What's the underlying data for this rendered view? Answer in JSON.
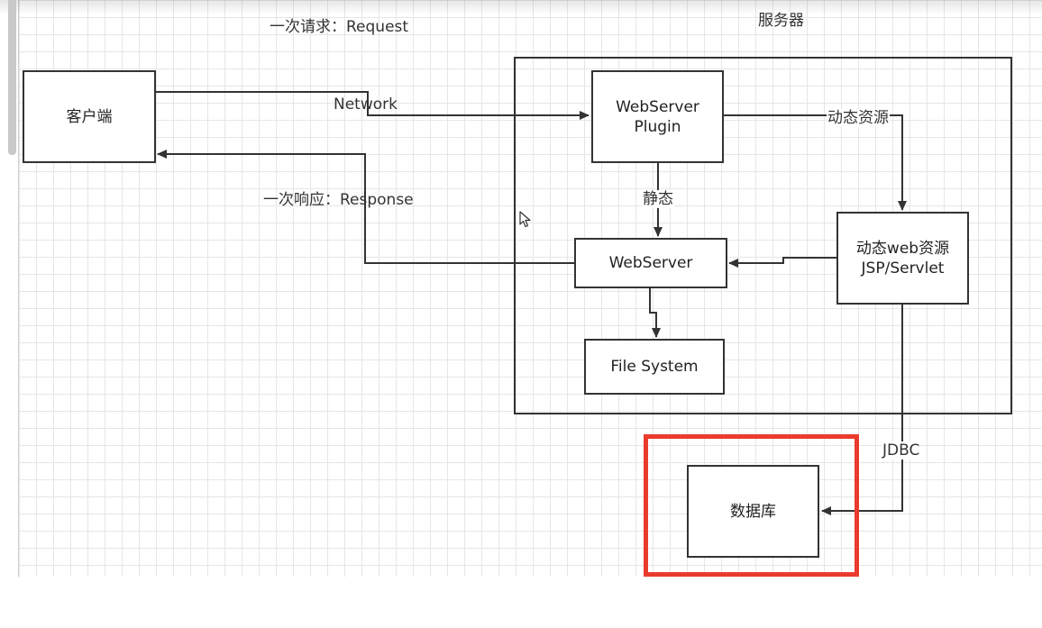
{
  "labels": {
    "request": "一次请求：Request",
    "response": "一次响应：Response",
    "server_title": "服务器",
    "network": "Network",
    "dynamic_resource": "动态资源",
    "static": "静态",
    "jdbc": "JDBC"
  },
  "nodes": {
    "client": "客户端",
    "plugin": "WebServer\nPlugin",
    "webserver": "WebServer",
    "filesystem": "File System",
    "dynamic_web": "动态web资源\nJSP/Servlet",
    "database": "数据库"
  },
  "colors": {
    "stroke": "#333333",
    "highlight": "#ea3b2d",
    "grid": "#e6e6e6"
  },
  "icons": {
    "cursor": "mouse-pointer-icon"
  }
}
